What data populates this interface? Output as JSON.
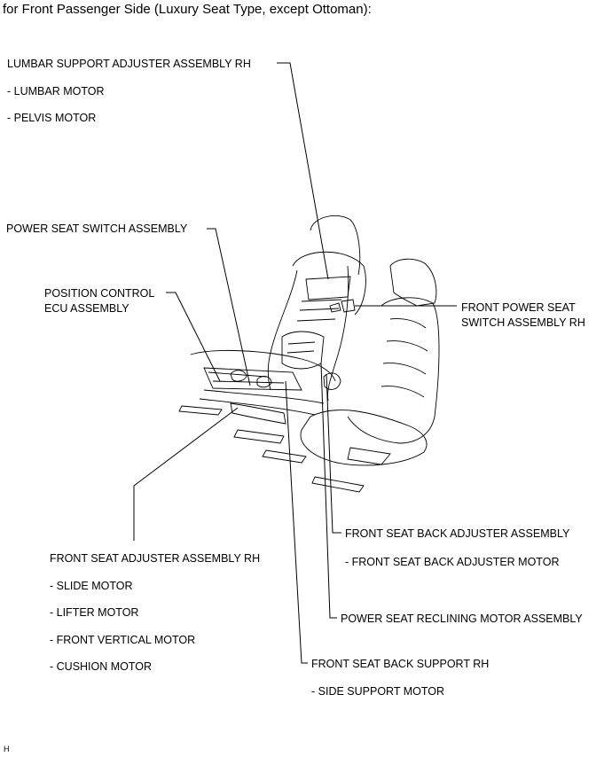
{
  "title": "for Front Passenger Side (Luxury Seat Type, except Ottoman):",
  "labels": {
    "lumbar_assy": "LUMBAR SUPPORT ADJUSTER ASSEMBLY RH",
    "lumbar_motor": "- LUMBAR MOTOR",
    "pelvis_motor": "- PELVIS MOTOR",
    "power_seat_switch": "POWER SEAT SWITCH ASSEMBLY",
    "position_ecu_1": "POSITION CONTROL",
    "position_ecu_2": "ECU ASSEMBLY",
    "front_power_switch_1": "FRONT POWER SEAT",
    "front_power_switch_2": "SWITCH ASSEMBLY RH",
    "seat_back_adjuster": "FRONT SEAT BACK ADJUSTER ASSEMBLY",
    "seat_back_adjuster_motor": "- FRONT SEAT BACK ADJUSTER MOTOR",
    "reclining_motor": "POWER SEAT RECLINING MOTOR ASSEMBLY",
    "seat_back_support": "FRONT SEAT BACK SUPPORT RH",
    "side_support_motor": "- SIDE SUPPORT MOTOR",
    "seat_adjuster": "FRONT SEAT ADJUSTER ASSEMBLY RH",
    "slide_motor": "- SLIDE MOTOR",
    "lifter_motor": "- LIFTER MOTOR",
    "front_vertical_motor": "- FRONT VERTICAL MOTOR",
    "cushion_motor": "- CUSHION MOTOR"
  },
  "figure_code": "H"
}
